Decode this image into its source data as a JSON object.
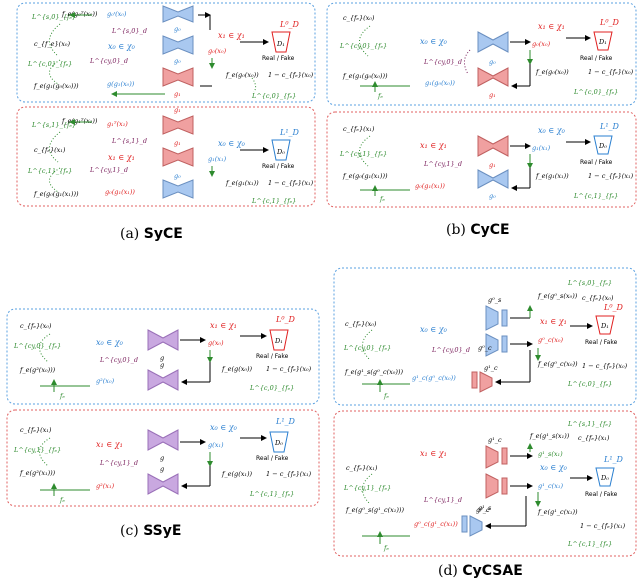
{
  "colors": {
    "blue": "#2a7fd0",
    "red": "#e02020",
    "green": "#2e8b2e",
    "purple": "#7a1f5c",
    "box_blue": "#5aa0e0",
    "box_red": "#e06060",
    "gen_blue": "#a9c8f0",
    "gen_red": "#f0a0a0",
    "gen_purple": "#c9a8e0",
    "gen_outline_blue": "#6a8fc0",
    "gen_outline_red": "#c06060",
    "gen_outline_purple": "#9a70b8"
  },
  "captions": {
    "a_label": "(a) ",
    "a_name": "SyCE",
    "b_label": "(b) ",
    "b_name": "CyCE",
    "c_label": "(c) ",
    "c_name": "SSyE",
    "d_label": "(d) ",
    "d_name": "CyCSAE"
  },
  "common": {
    "real_fake": "Real / Fake",
    "fe": "f",
    "fe_sub": "e"
  },
  "a": {
    "top": {
      "x1": "x₁ ∈ χ₁",
      "x0": "x₀ ∈ χ₀",
      "g0x0": "g₀(x₀)",
      "g0g1x0": "g₀ᶦ(x₀)",
      "gen_top": "g₀",
      "gen_mid": "g₀",
      "gen_bot": "g₁",
      "D": "D₁",
      "LD": "L⁰_D",
      "Ld": "L^{s,0}_d",
      "g1g0x0": "g(g₁(x₀))",
      "fe_top": "f_e(g₀ᵀ(x₀))",
      "fe_bot": "f_e(g₁(g₀(x₀)))",
      "cfe": "c_{f_e}(x₀)",
      "Lfe_top": "L^{s,0}_{fₑ}",
      "Lfe_left": "L^{c,0}_{fₑ}",
      "fe_x": "f_e(g₀(x₀))",
      "one_minus": "1 − c_{fₑ}(x₀)",
      "Lfe_br": "L^{c,0}_{fₑ}"
    },
    "bot": {
      "x1": "x₁ ∈ χ₁",
      "x0": "x₀ ∈ χ₀",
      "g1x1": "g₁(x₁)",
      "g0g1x1": "g₀(g₁(x₁))",
      "g1g1x1": "g₁ᵀ(x₁)",
      "D": "D₀",
      "LD": "L¹_D",
      "Ld": "L^{s,1}_d",
      "fe_top": "f_e(g₁ᵀ(x₁))",
      "fe_bot": "f_e(g₀(g₁(x₁)))",
      "cfe": "c_{fₑ}(x₁)",
      "Lfe_top": "L^{s,1}_{fₑ}",
      "Lfe_left": "L^{c,1}_{fₑ}",
      "fe_x": "f_e(g₁(x₁))",
      "one_minus": "1 − c_{fₑ}(x₁)",
      "Lfe_br": "L^{c,1}_{fₑ}"
    }
  },
  "b": {
    "top": {
      "x1": "x₁ ∈ χ₁",
      "x0": "x₀ ∈ χ₀",
      "g0x0": "g₀(x₀)",
      "g1g0x0": "g₁(g₀(x₀))",
      "D": "D₁",
      "LD": "L⁰_D",
      "Ld": "L^{cy,0}_d",
      "cfe": "c_{fₑ}(x₀)",
      "Lfe": "L^{cy,0}_{fₑ}",
      "fe": "f_e(g₁(g₀(x₀)))",
      "fe_x": "f_e(g₀(x₀))",
      "one_minus": "1 − c_{fₑ}(x₀)",
      "Lfe_br": "L^{c,0}_{fₑ}"
    },
    "bot": {
      "x1": "x₁ ∈ χ₁",
      "x0": "x₀ ∈ χ₀",
      "g1x1": "g₁(x₁)",
      "g0g1x1": "g₀(g₁(x₁))",
      "D": "D₀",
      "LD": "L¹_D",
      "Ld": "L^{cy,1}_d",
      "cfe": "c_{fₑ}(x₁)",
      "Lfe": "L^{cy,1}_{fₑ}",
      "fe": "f_e(g₀(g₁(x₁)))",
      "fe_x": "f_e(g₁(x₁))",
      "one_minus": "1 − c_{fₑ}(x₁)",
      "Lfe_br": "L^{c,1}_{fₑ}"
    }
  },
  "c": {
    "top": {
      "x1": "x₁ ∈ χ₁",
      "x0": "x₀ ∈ χ₀",
      "gx0": "g(x₀)",
      "g2x0": "g²(x₀)",
      "gen": "g",
      "D": "D₁",
      "LD": "L⁰_D",
      "Ld": "L^{cy,0}_d",
      "cfe": "c_{fₑ}(x₀)",
      "Lfe": "L^{cy,0}_{fₑ}",
      "fe": "f_e(g²(x₀)))",
      "fe_x": "f_e(g(x₀))",
      "one_minus": "1 − c_{fₑ}(x₀)",
      "Lfe_br": "L^{c,0}_{fₑ}"
    },
    "bot": {
      "x1": "x₁ ∈ χ₁",
      "x0": "x₀ ∈ χ₀",
      "gx1": "g(x₁)",
      "g2x1": "g²(x₁)",
      "gen": "g",
      "D": "D₀",
      "LD": "L¹_D",
      "Ld": "L^{cy,1}_d",
      "cfe": "c_{fₑ}(x₁)",
      "Lfe": "L^{cy,1}_{fₑ}",
      "fe": "f_e(g²(x₁)))",
      "fe_x": "f_e(g(x₁))",
      "one_minus": "1 − c_{fₑ}(x₁)",
      "Lfe_br": "L^{c,1}_{fₑ}"
    }
  },
  "d": {
    "top": {
      "x1": "x₁ ∈ χ₁",
      "x0": "x₀ ∈ χ₀",
      "gs0": "g⁰_s",
      "gc0": "g⁰_c",
      "g1c": "g¹_c",
      "g0x0": "g⁰_c(x₀)",
      "g1g0x0": "g¹_c(g⁰_c(x₀))",
      "D": "D₁",
      "LD": "L⁰_D",
      "Ld": "L^{cy,0}_d",
      "cfe": "c_{fₑ}(x₀)",
      "Lfe": "L^{cy,0}_{fₑ}",
      "fe": "f_e(g¹_s(g⁰_c(x₀)))",
      "fe_top": "f_e(g⁰_s(x₀))",
      "cfe_top": "c_{fₑ}(x₀)",
      "Lfe_top": "L^{s,0}_{fₑ}",
      "fe_x": "f_e(g⁰_c(x₀))",
      "one_minus": "1 − c_{fₑ}(x₀)",
      "Lfe_br": "L^{c,0}_{fₑ}"
    },
    "bot": {
      "x1": "x₁ ∈ χ₁",
      "x0": "x₀ ∈ χ₀",
      "gs1": "g¹_s",
      "gc1": "g¹_c",
      "g0c": "g⁰_c",
      "g1x1": "g¹_c(x₁)",
      "g0g1x1": "g⁰_c(g¹_c(x₁))",
      "D": "D₀",
      "LD": "L¹_D",
      "Ld": "L^{cy,1}_d",
      "cfe": "c_{fₑ}(x₁)",
      "Lfe": "L^{cy,1}_{fₑ}",
      "fe": "f_e(g⁰_s(g¹_c(x₁)))",
      "fe_top": "f_e(g¹_s(x₁))",
      "cfe_top": "c_{fₑ}(x₁)",
      "Lfe_top": "L^{s,1}_{fₑ}",
      "fe_x": "f_e(g¹_c(x₁))",
      "one_minus": "1 − c_{fₑ}(x₁)",
      "Lfe_br": "L^{c,1}_{fₑ}",
      "gs1_x1": "g¹_s(x₁)"
    }
  }
}
